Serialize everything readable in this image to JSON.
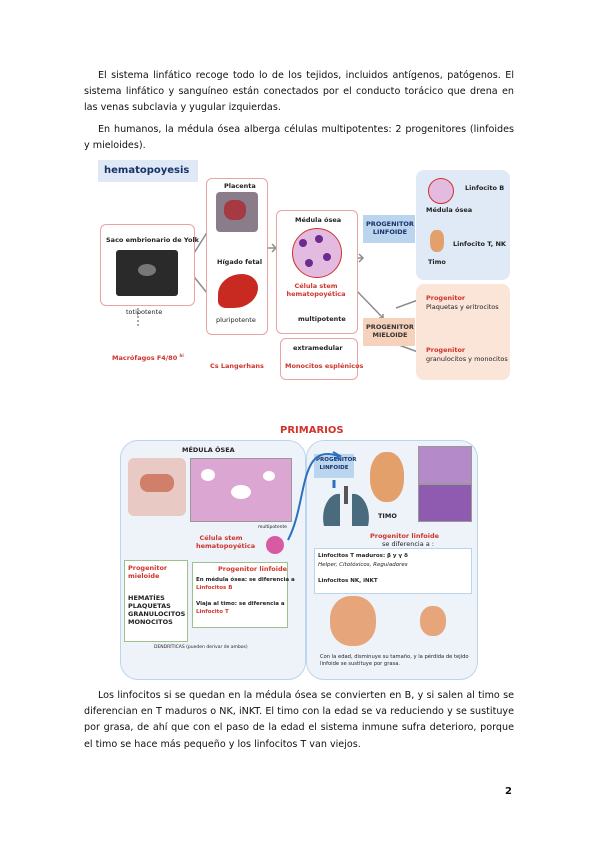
{
  "paragraphs": {
    "p1": "El sistema linfático recoge todo lo de los tejidos, incluidos antígenos, patógenos. El sistema linfático y sanguíneo están conectados por el conducto torácico que drena en las venas subclavia y yugular izquierdas.",
    "p2": "En humanos, la médula ósea alberga células multipotentes: 2 progenitores (linfoides y mieloides).",
    "p3": "Los linfocitos si se quedan en la médula ósea se convierten en B, y si salen al timo se diferencian en T maduros o NK, iNKT. El timo con la edad se va reduciendo y se sustituye por grasa, de ahí que con el paso de la edad el sistema inmune sufra deterioro, porque el timo se hace más pequeño y los linfocitos T van viejos."
  },
  "page_number": "2",
  "figure1": {
    "title": "hematopoyesis",
    "saco": "Saco embrionario de Yolk",
    "totipotente": "totipotente",
    "macrofagos": "Macrófagos F4/80",
    "macrofagos_sup": "hi",
    "placenta": "Placenta",
    "higado": "Hígado fetal",
    "pluripotente": "pluripotente",
    "langerhans": "Cs Langerhans",
    "medula": "Médula ósea",
    "celula_stem": "Célula stem hematopoyética",
    "multipotente": "multipotente",
    "extramedular": "extramedular",
    "monocitos_esplenicos": "Monocitos esplénicos",
    "prog_linfoide": "PROGENITOR LINFOIDE",
    "prog_mieloide": "PROGENITOR MIELOIDE",
    "linfocito_b": "Linfocito B",
    "medula2": "Médula ósea",
    "linfocito_t": "Linfocito T, NK",
    "timo": "Timo",
    "progenitor1": "Progenitor",
    "plaquetas": "Plaquetas y eritrocitos",
    "progenitor2": "Progenitor",
    "granulocitos": "granulocitos y monocitos"
  },
  "figure2": {
    "title": "PRIMARIOS",
    "medula": "MÉDULA ÓSEA",
    "multipotente": "multipotente",
    "celula_stem": "Célula stem hematopoyética",
    "prog_linfoide": "PROGENITOR LINFOIDE",
    "timo": "TIMO",
    "prog_linfoide_title": "Progenitor linfoide",
    "en_medula": "En médula ósea: se diferencia a",
    "linfocitos_b": "Linfocitos B",
    "viaja": "Viaja al timo: se diferencia a",
    "linfocito_t": "Linfocito T",
    "prog_mieloide": "Progenitor mieloide",
    "hematies": "HEMATÍES",
    "plaquetas": "PLAQUETAS",
    "granulocitos": "GRANULOCITOS",
    "monocitos": "MONOCITOS",
    "dendriticas": "DENDRÍTICAS (pueden derivar de ambos)",
    "prog_linf2": "Progenitor linfoide",
    "se_diferencia": "se diferencia a :",
    "linf_t_maduros": "Linfocitos T maduros: β y γ δ",
    "helper": "Helper, Citotóxicos, Reguladores",
    "linf_nk": "Linfocitos NK, iNKT",
    "con_edad": "Con la edad, disminuye su tamaño, y la pérdida de tejido linfoide se sustituye por grasa."
  },
  "colors": {
    "accent_red": "#d0342c",
    "pink_border": "#e9a3a3",
    "blue_box": "#bcd5ee",
    "orange_box": "#f6d2bd"
  }
}
